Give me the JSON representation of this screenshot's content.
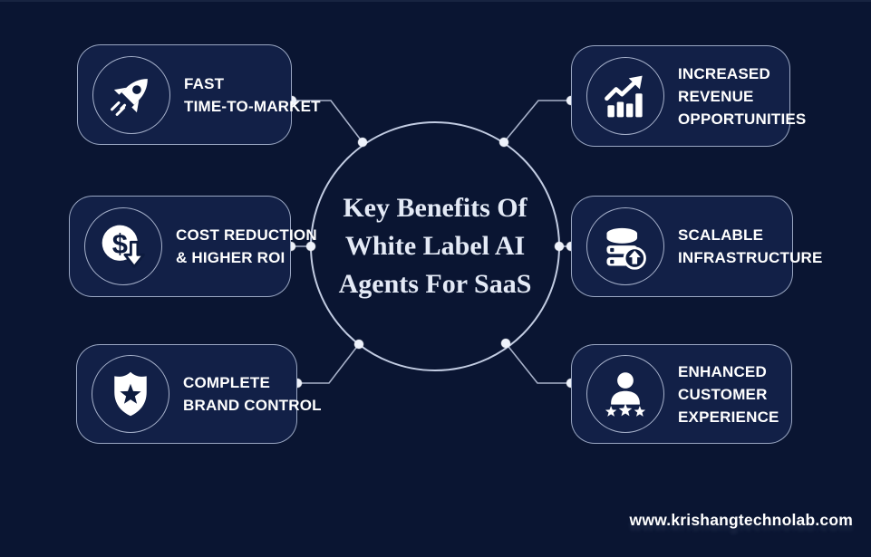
{
  "title_circle": {
    "lines": [
      "Key Benefits Of",
      "White Label AI",
      "Agents For SaaS"
    ]
  },
  "cards": [
    {
      "id": "fast-time-to-market",
      "icon": "rocket-icon",
      "lines": [
        "FAST",
        "TIME-TO-MARKET"
      ]
    },
    {
      "id": "cost-reduction-higher-roi",
      "icon": "dollar-down-icon",
      "lines": [
        "COST REDUCTION",
        "& HIGHER ROI"
      ]
    },
    {
      "id": "complete-brand-control",
      "icon": "shield-star-icon",
      "lines": [
        "COMPLETE",
        "BRAND CONTROL"
      ]
    },
    {
      "id": "increased-revenue-opportunities",
      "icon": "bar-chart-up-icon",
      "lines": [
        "INCREASED",
        "REVENUE",
        "OPPORTUNITIES"
      ]
    },
    {
      "id": "scalable-infrastructure",
      "icon": "database-up-icon",
      "lines": [
        "SCALABLE",
        "INFRASTRUCTURE"
      ]
    },
    {
      "id": "enhanced-customer-experience",
      "icon": "person-stars-icon",
      "lines": [
        "ENHANCED",
        "CUSTOMER",
        "EXPERIENCE"
      ]
    }
  ],
  "footer": {
    "website": "www.krishangtechnolab.com"
  },
  "colors": {
    "background": "#0a1532",
    "card_fill": "#122047",
    "border_line": "#c3cde4",
    "title_text": "#e4eaf6",
    "card_text": "#ffffff",
    "icon_fill": "#ffffff",
    "icon_detail": "#0d1b3e"
  }
}
